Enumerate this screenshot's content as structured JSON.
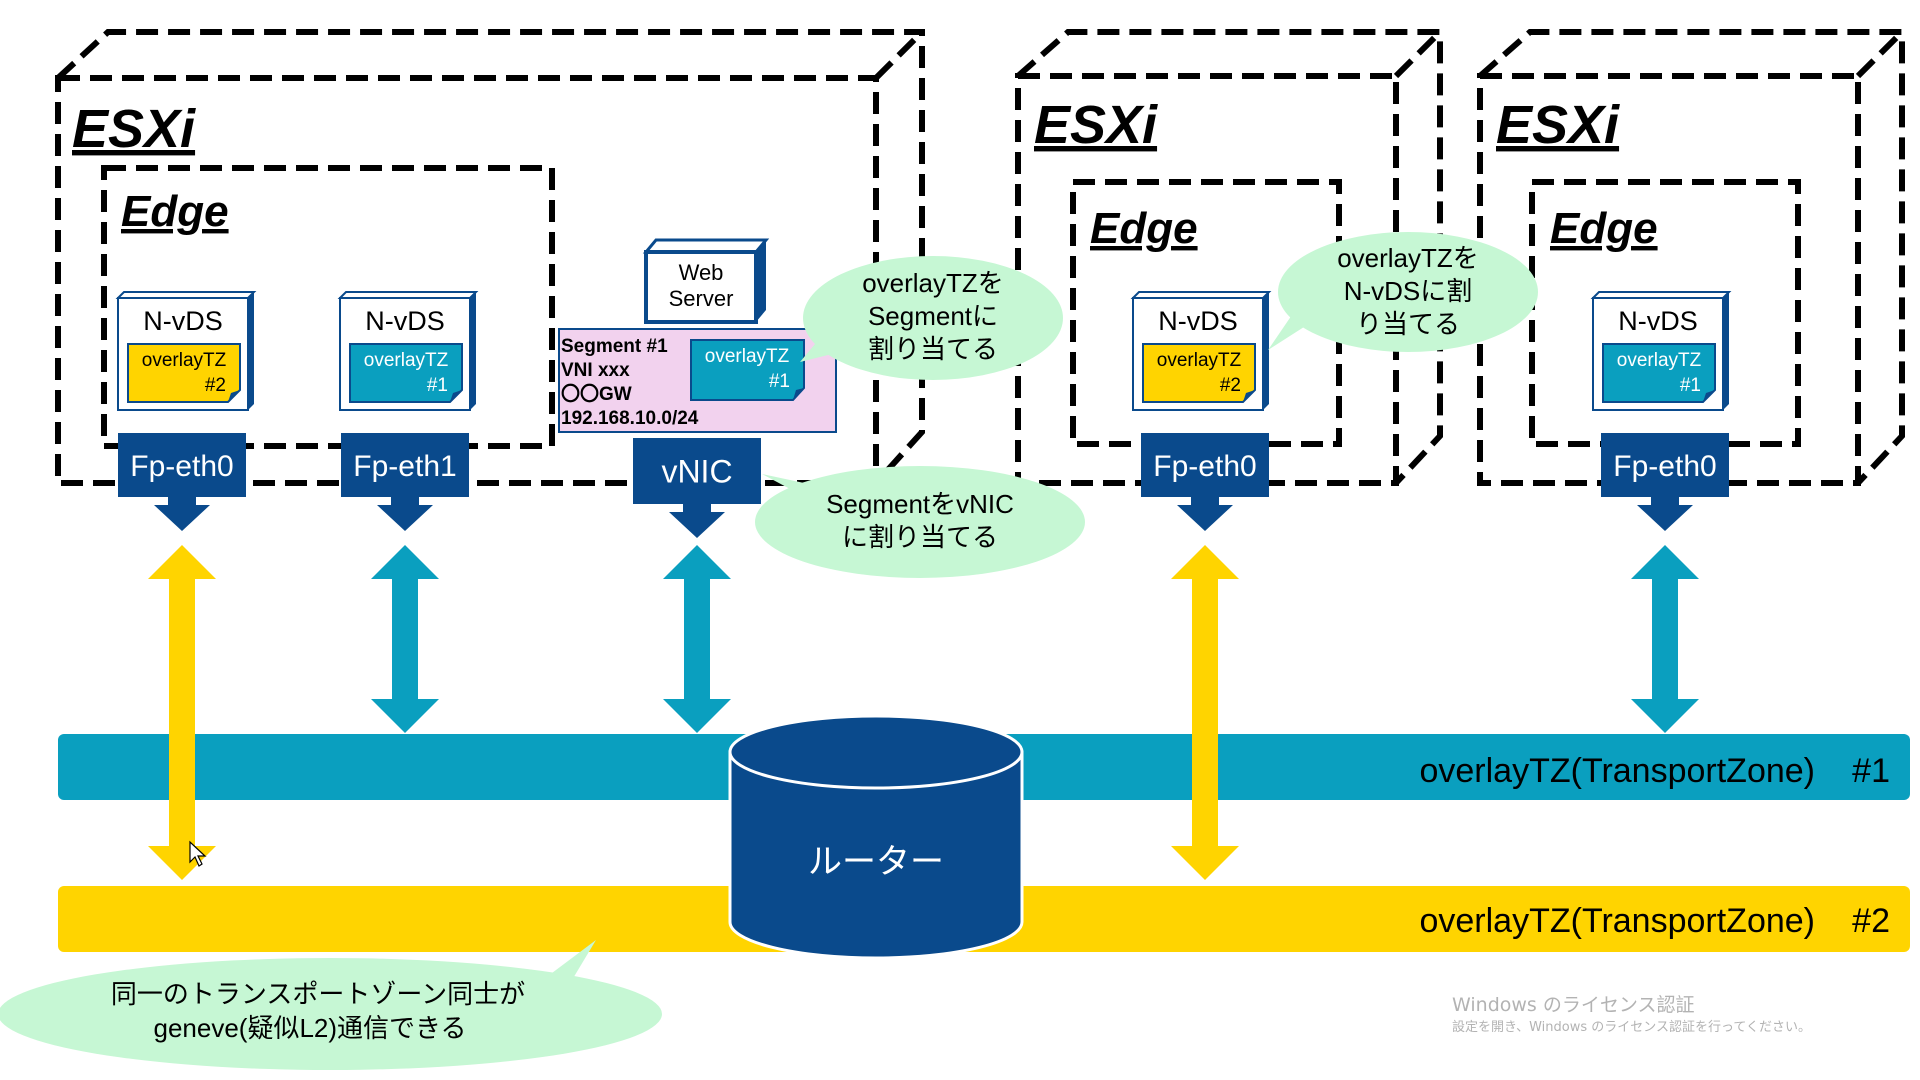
{
  "hosts": [
    {
      "host_label": "ESXi",
      "edge_label": "Edge"
    },
    {
      "host_label": "ESXi",
      "edge_label": "Edge"
    },
    {
      "host_label": "ESXi",
      "edge_label": "Edge"
    }
  ],
  "nvds": [
    {
      "title": "N-vDS",
      "tz_line1": "overlayTZ",
      "tz_line2": "#2",
      "tz": 2
    },
    {
      "title": "N-vDS",
      "tz_line1": "overlayTZ",
      "tz_line2": "#1",
      "tz": 1
    },
    {
      "title": "N-vDS",
      "tz_line1": "overlayTZ",
      "tz_line2": "#2",
      "tz": 2
    },
    {
      "title": "N-vDS",
      "tz_line1": "overlayTZ",
      "tz_line2": "#1",
      "tz": 1
    }
  ],
  "ports": [
    {
      "label": "Fp-eth0",
      "tz": 2
    },
    {
      "label": "Fp-eth1",
      "tz": 1
    },
    {
      "label": "vNIC",
      "tz": 1
    },
    {
      "label": "Fp-eth0",
      "tz": 2
    },
    {
      "label": "Fp-eth0",
      "tz": 1
    }
  ],
  "web_server": {
    "line1": "Web",
    "line2": "Server"
  },
  "segment": {
    "line1": "Segment #1",
    "line2": "VNI xxx",
    "line3": "〇〇GW",
    "line4": "192.168.10.0/24",
    "tz_line1": "overlayTZ",
    "tz_line2": "#1"
  },
  "callouts": {
    "segment_tz": {
      "line1": "overlayTZを",
      "line2": "Segmentに",
      "line3": "割り当てる"
    },
    "nvds_tz": {
      "line1": "overlayTZを",
      "line2": "N-vDSに割",
      "line3": "り当てる"
    },
    "segment_vnic": {
      "line1": "SegmentをvNIC",
      "line2": "に割り当てる"
    },
    "geneve": {
      "line1": "同一のトランスポートゾーン同士が",
      "line2": "geneve(疑似L2)通信できる"
    }
  },
  "transport_zones": [
    {
      "label": "overlayTZ(TransportZone)",
      "number": "#1"
    },
    {
      "label": "overlayTZ(TransportZone)",
      "number": "#2"
    }
  ],
  "router": {
    "label": "ルーター"
  },
  "watermark": {
    "line1": "Windows のライセンス認証",
    "line2": "設定を開き、Windows のライセンス認証を行ってください。"
  },
  "colors": {
    "blue_port": "#0a4a8c",
    "teal": "#0a9fbf",
    "yellow": "#ffd400",
    "callout_green": "#c6f7d4",
    "segment_pink": "#f2d2ee",
    "router": "#0a4a8c"
  }
}
